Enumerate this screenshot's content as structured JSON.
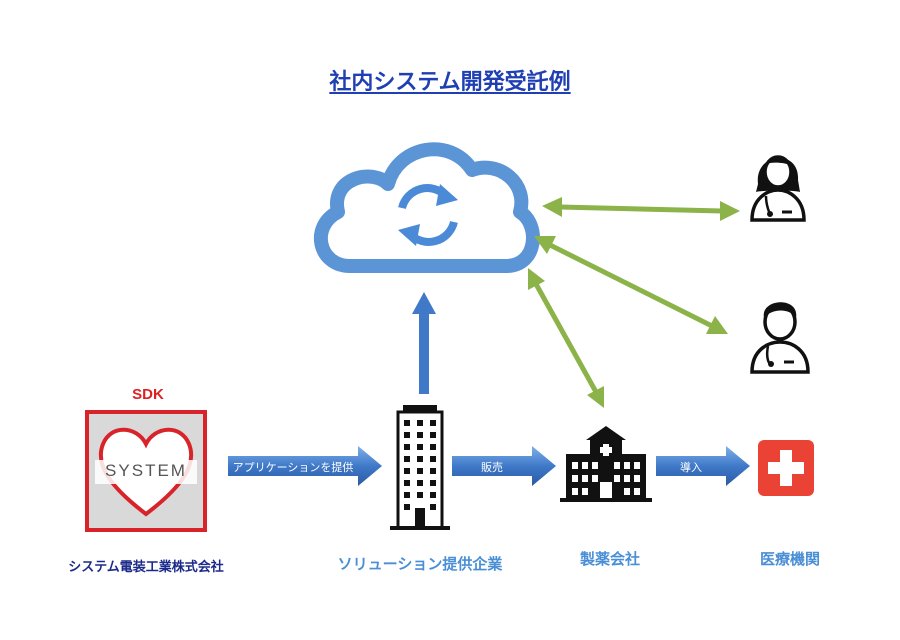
{
  "title": "社内システム開発受託例",
  "sdk": {
    "label": "SDK",
    "logo_text": "SYSTEM",
    "caption": "システム電装工業株式会社"
  },
  "solution": {
    "caption": "ソリューション提供企業"
  },
  "pharma": {
    "caption": "製薬会社"
  },
  "medical": {
    "caption": "医療機関"
  },
  "arrows": {
    "provide_app": "アプリケーションを提供",
    "sell": "販売",
    "introduce": "導入"
  },
  "icons": {
    "cloud": "cloud-sync-icon",
    "building": "office-building-icon",
    "pharma": "pharma-building-icon",
    "hospital": "medical-cross-icon",
    "doctor_female": "female-doctor-icon",
    "doctor_male": "male-doctor-icon"
  },
  "colors": {
    "title": "#1f3fb3",
    "cloud": "#5b95d6",
    "green_arrow": "#8cb34a",
    "blue_arrow": "#3f79c8",
    "logo_red": "#d8232a",
    "medical_red": "#ea4335"
  }
}
